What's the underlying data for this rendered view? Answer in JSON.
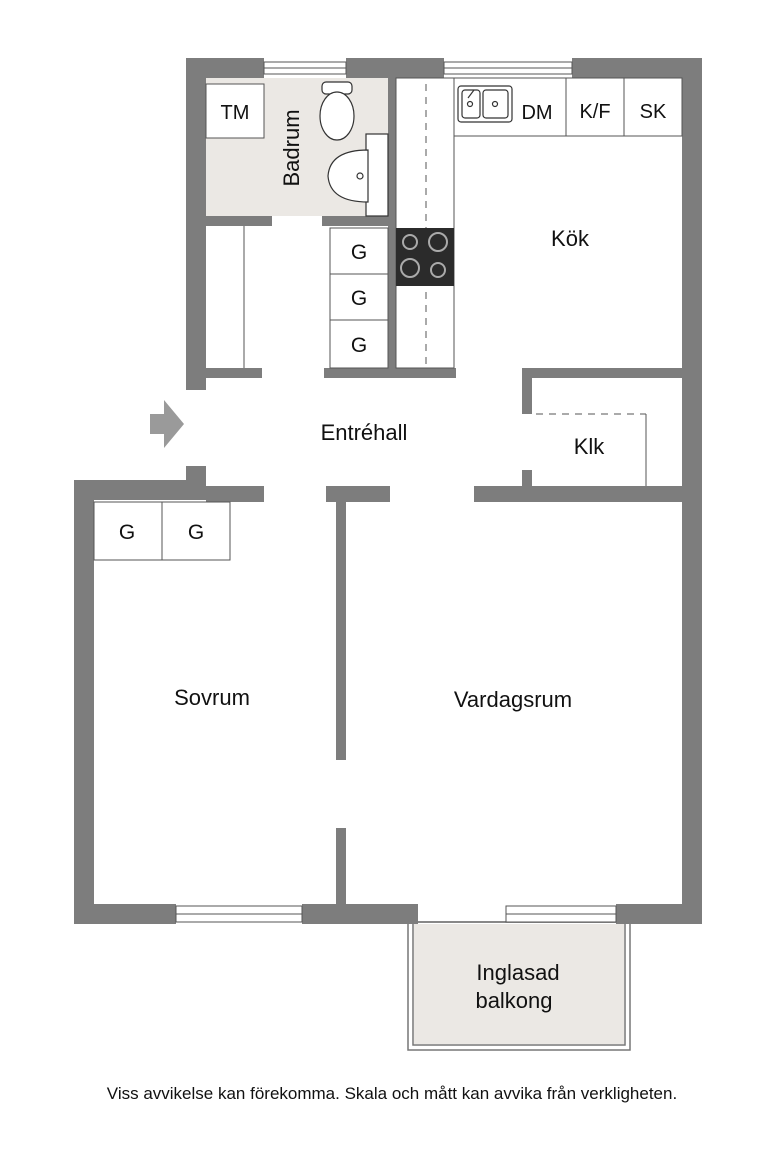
{
  "rooms": {
    "bathroom": "Badrum",
    "kitchen": "Kök",
    "hall": "Entréhall",
    "closet": "Klk",
    "bedroom": "Sovrum",
    "living": "Vardagsrum",
    "balcony_line1": "Inglasad",
    "balcony_line2": "balkong"
  },
  "fixtures": {
    "washer": "TM",
    "dishwasher": "DM",
    "fridge_freezer": "K/F",
    "cabinet": "SK",
    "wardrobe": "G"
  },
  "disclaimer": "Viss avvikelse kan förekomma. Skala och mått kan avvika från verkligheten.",
  "colors": {
    "wall": "#7d7d7d",
    "wet_room_floor": "#ebe8e4",
    "balcony_floor": "#ebe8e4",
    "stove": "#2b2b2b",
    "entrance_arrow": "#9a9a9a"
  }
}
